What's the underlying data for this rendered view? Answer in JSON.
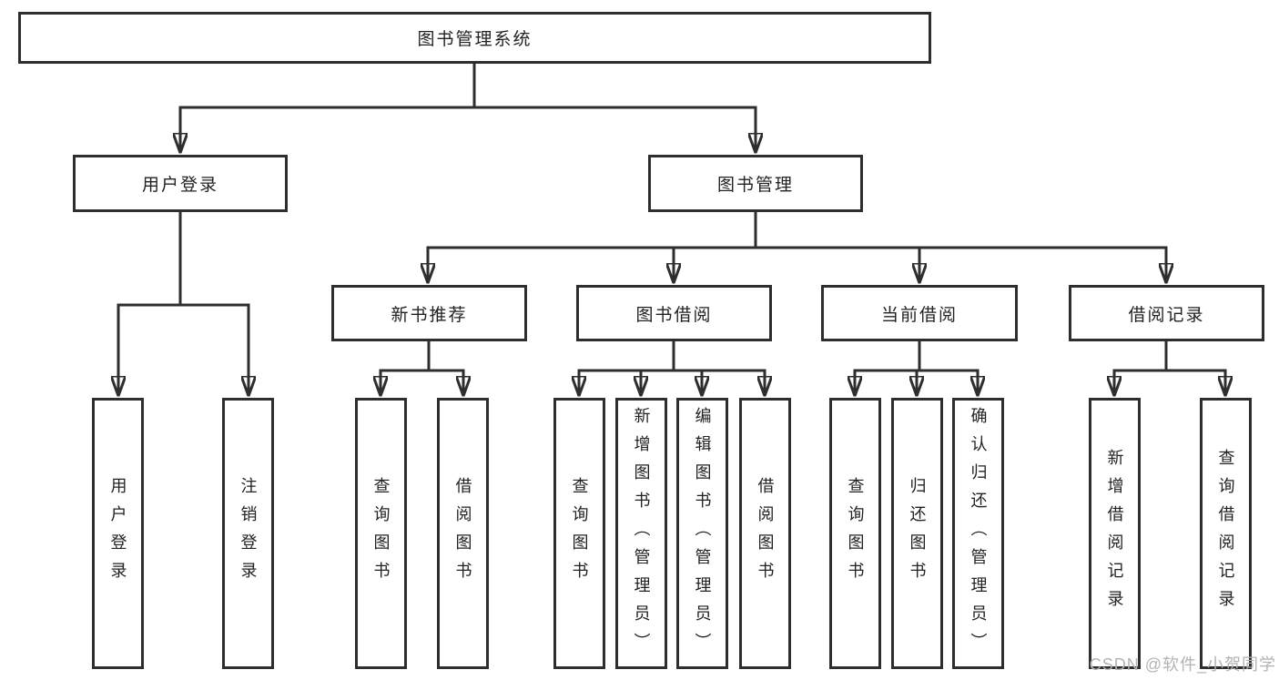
{
  "tree": {
    "root": {
      "label": "图书管理系统",
      "children": [
        {
          "label": "用户登录",
          "children": [
            {
              "label": "用户登录"
            },
            {
              "label": "注销登录"
            }
          ]
        },
        {
          "label": "图书管理",
          "children": [
            {
              "label": "新书推荐",
              "children": [
                {
                  "label": "查询图书"
                },
                {
                  "label": "借阅图书"
                }
              ]
            },
            {
              "label": "图书借阅",
              "children": [
                {
                  "label": "查询图书"
                },
                {
                  "label": "新增图书（管理员）"
                },
                {
                  "label": "编辑图书（管理员）"
                },
                {
                  "label": "借阅图书"
                }
              ]
            },
            {
              "label": "当前借阅",
              "children": [
                {
                  "label": "查询图书"
                },
                {
                  "label": "归还图书"
                },
                {
                  "label": "确认归还（管理员）"
                }
              ]
            },
            {
              "label": "借阅记录",
              "children": [
                {
                  "label": "新增借阅记录"
                },
                {
                  "label": "查询借阅记录"
                }
              ]
            }
          ]
        }
      ]
    }
  },
  "watermark": {
    "text": "CSDN @软件_小贺同学"
  },
  "colors": {
    "line": "#2e2e2e",
    "box_border": "#2e2e2e",
    "text": "#222222",
    "watermark": "#b3b3b3",
    "background": "#ffffff"
  }
}
